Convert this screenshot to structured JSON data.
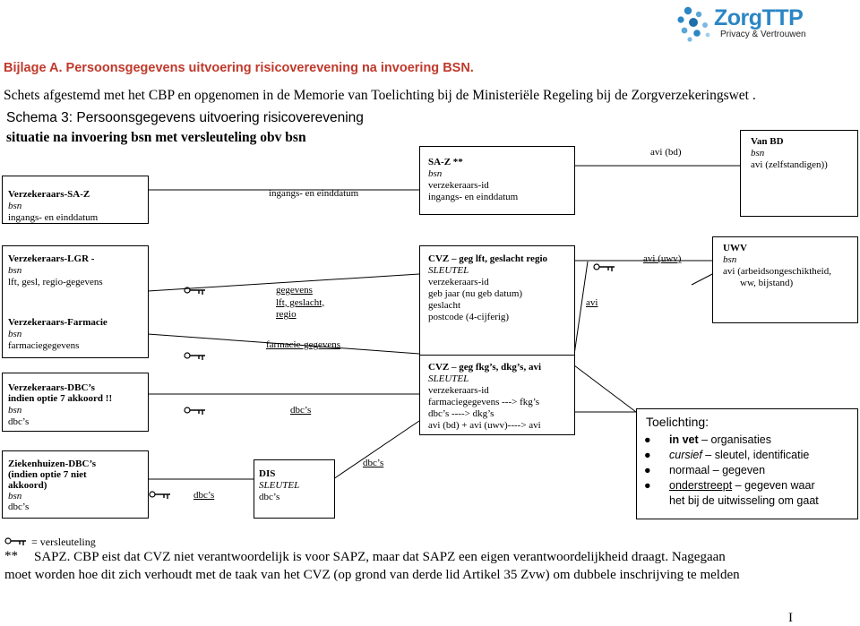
{
  "brand": {
    "name": "ZorgTTP",
    "tagline": "Privacy & Vertrouwen",
    "color": "#2b86c5"
  },
  "title": "Bijlage A. Persoonsgegevens uitvoering risicoverevening na invoering BSN.",
  "subtitle": "Schets afgestemd met het CBP en opgenomen in de Memorie van Toelichting bij de Ministeriële Regeling bij de Zorgverzekeringswet .",
  "schema": {
    "line1": "Schema 3: Persoonsgegevens uitvoering risicoverevening",
    "line2": "situatie na invoering bsn met versleuteling obv bsn"
  },
  "boxes": {
    "verz_saz": {
      "title": "Verzekeraars-SA-Z",
      "l1": "bsn",
      "l2": "ingangs- en einddatum"
    },
    "saz": {
      "title": "SA-Z **",
      "l1": "bsn",
      "l2": "verzekeraars-id",
      "l3": "ingangs- en einddatum"
    },
    "vanbd": {
      "title": "Van BD",
      "l1": "bsn",
      "l2": "avi (zelfstandigen))"
    },
    "lgr_farm": {
      "title": "Verzekeraars-LGR -",
      "l1": "bsn",
      "l2": "lft, gesl, regio-gegevens",
      "title2": "Verzekeraars-Farmacie",
      "l3": "bsn",
      "l4": "farmaciegegevens"
    },
    "cvz1": {
      "title": "CVZ – geg lft, geslacht regio",
      "l1": "SLEUTEL",
      "l2": "verzekeraars-id",
      "l3": "geb jaar (nu geb datum)",
      "l4": "geslacht",
      "l5": "postcode (4-cijferig)"
    },
    "uwv": {
      "title": "UWV",
      "l1": "bsn",
      "l2": "avi (arbeidsongeschiktheid,",
      "l3": "ww, bijstand)"
    },
    "dbc": {
      "title1": "Verzekeraars-DBC’s",
      "title2": "indien optie 7 akkoord !!",
      "l1": "bsn",
      "l2": "dbc’s"
    },
    "cvz2": {
      "title": "CVZ – geg fkg’s, dkg’s, avi",
      "l1": "SLEUTEL",
      "l2": "verzekeraars-id",
      "l3": "farmaciegegevens ---> fkg’s",
      "l4": "dbc’s ----> dkg’s",
      "l5": "avi (bd) + avi (uwv)----> avi"
    },
    "zkh": {
      "title1": "Ziekenhuizen-DBC’s",
      "title2": "(indien optie 7 niet",
      "title3": "akkoord)",
      "l1": "bsn",
      "l2": "dbc’s"
    },
    "dis": {
      "title": "DIS",
      "l1": "SLEUTEL",
      "l2": "dbc’s"
    }
  },
  "labels": {
    "ingangs": "ingangs- en einddatum",
    "avi_bd": "avi (bd)",
    "gegevens1": "gegevens",
    "gegevens2": "lft, geslacht,",
    "gegevens3": "regio",
    "farmacie": "farmacie-gegevens",
    "avi": "avi",
    "avi_uwv": "avi (uwv)",
    "dbcs_mid": "dbc’s",
    "dbcs_cvz": "dbc’s",
    "dbcs_zkh": "dbc’s"
  },
  "toelichting": {
    "title": "Toelichting:",
    "items": [
      {
        "pre": "in vet",
        "post": " – organisaties"
      },
      {
        "pre": "cursief",
        "post": " – sleutel, identificatie"
      },
      {
        "pre": "normaal",
        "post": " – gegeven"
      },
      {
        "pre": "onderstreept",
        "post": " – gegeven waar"
      },
      {
        "pre": "",
        "post": "het bij de uitwisseling om gaat"
      }
    ]
  },
  "legend": {
    "key": "= versleuteling"
  },
  "footnote": {
    "mark": "**",
    "line1": "SAPZ. CBP eist dat CVZ niet verantwoordelijk is voor SAPZ, maar dat SAPZ een eigen verantwoordelijkheid draagt. Nagegaan",
    "line2": "moet worden hoe dit zich verhoudt met de taak van het CVZ (op grond van derde lid Artikel 35 Zvw) om dubbele inschrijving te melden"
  },
  "page_mark": "I"
}
